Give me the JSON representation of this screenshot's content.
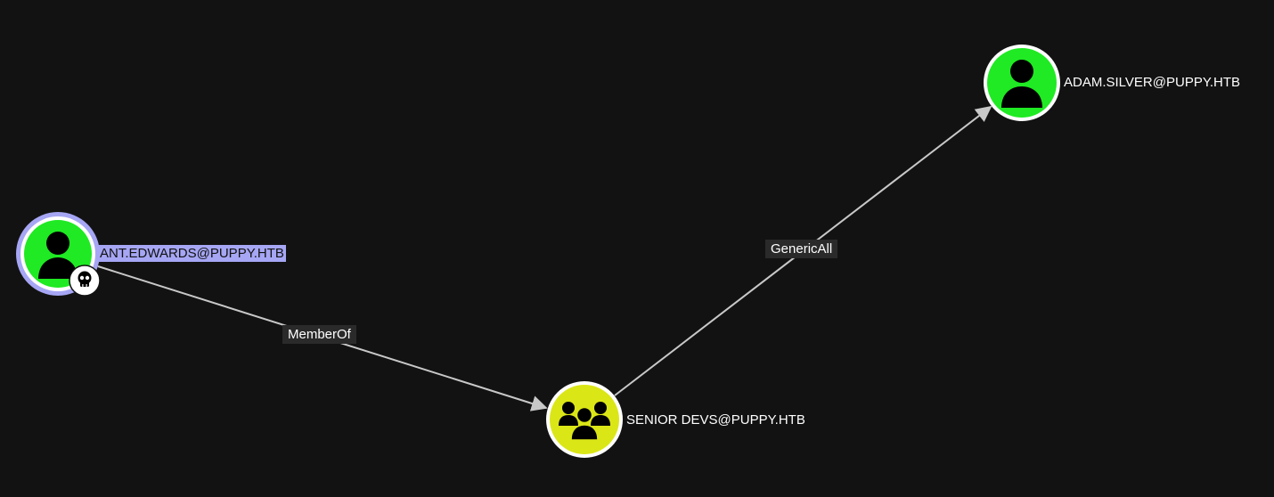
{
  "colors": {
    "background": "#121212",
    "user_node": "#1fea23",
    "group_node": "#dbe617",
    "edge": "#c8c8c8",
    "selection_ring": "#a6a6f5",
    "owned_badge": "#ffffff"
  },
  "nodes": [
    {
      "id": "ant",
      "label": "ANT.EDWARDS@PUPPY.HTB",
      "type": "user",
      "icon": "user-icon",
      "selected": true,
      "owned": true,
      "badge_icon": "skull-icon"
    },
    {
      "id": "devs",
      "label": "SENIOR DEVS@PUPPY.HTB",
      "type": "group",
      "icon": "users-group-icon",
      "selected": false,
      "owned": false
    },
    {
      "id": "adam",
      "label": "ADAM.SILVER@PUPPY.HTB",
      "type": "user",
      "icon": "user-icon",
      "selected": false,
      "owned": false
    }
  ],
  "edges": [
    {
      "from": "ant",
      "to": "devs",
      "label": "MemberOf"
    },
    {
      "from": "devs",
      "to": "adam",
      "label": "GenericAll"
    }
  ]
}
